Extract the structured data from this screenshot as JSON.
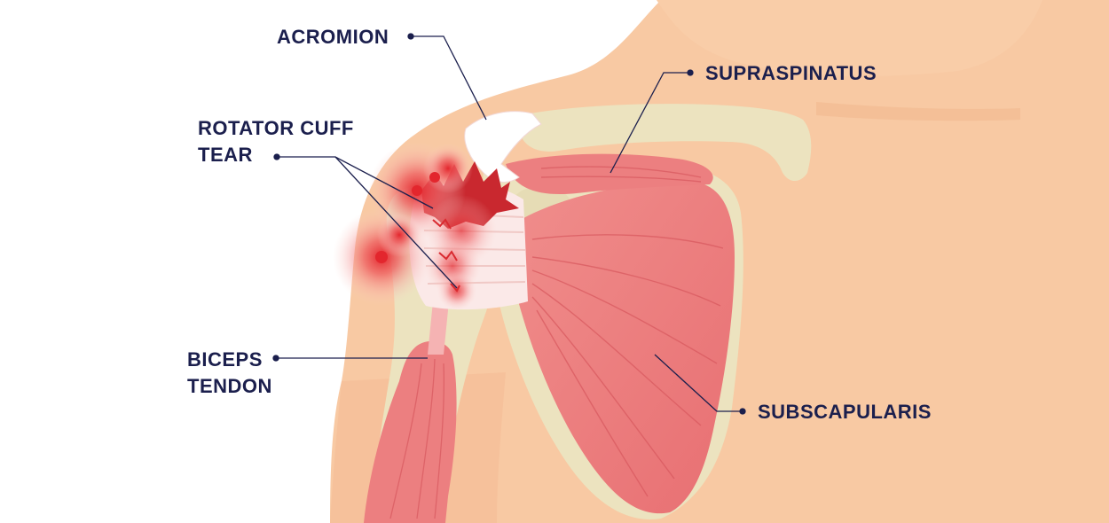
{
  "labels": {
    "acromion": "ACROMION",
    "supraspinatus": "SUPRASPINATUS",
    "rotator_cuff_tear_line1": "ROTATOR CUFF",
    "rotator_cuff_tear_line2": "TEAR",
    "biceps_tendon_line1": "BICEPS",
    "biceps_tendon_line2": "TENDON",
    "subscapularis": "SUBSCAPULARIS"
  },
  "colors": {
    "skin": "#f8c9a3",
    "skin_shadow": "#f2b98f",
    "bone": "#ece3bf",
    "muscle": "#ec7f80",
    "muscle_dark": "#d8585e",
    "tendon": "#fbe9e8",
    "inflammation": "#e3262d",
    "label_text": "#1b1f4d",
    "leader_line": "#1b1f4d"
  }
}
